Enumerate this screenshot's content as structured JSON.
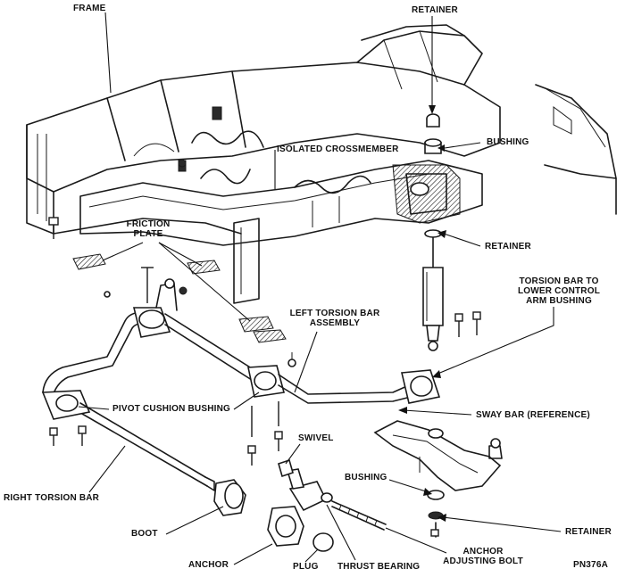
{
  "labels": {
    "frame": "FRAME",
    "retainer_top": "RETAINER",
    "bushing_top": "BUSHING",
    "isolated_crossmember": "ISOLATED CROSSMEMBER",
    "friction_plate_line1": "FRICTION",
    "friction_plate_line2": "PLATE",
    "retainer_mid": "RETAINER",
    "torsion_bar_bushing_line1": "TORSION BAR TO",
    "torsion_bar_bushing_line2": "LOWER CONTROL",
    "torsion_bar_bushing_line3": "ARM BUSHING",
    "left_torsion_bar_line1": "LEFT TORSION BAR",
    "left_torsion_bar_line2": "ASSEMBLY",
    "pivot_cushion_bushing": "PIVOT CUSHION BUSHING",
    "sway_bar": "SWAY BAR (REFERENCE)",
    "swivel": "SWIVEL",
    "bushing_bottom": "BUSHING",
    "right_torsion_bar": "RIGHT TORSION BAR",
    "boot": "BOOT",
    "retainer_bottom": "RETAINER",
    "anchor_adjusting_bolt_line1": "ANCHOR",
    "anchor_adjusting_bolt_line2": "ADJUSTING BOLT",
    "anchor": "ANCHOR",
    "plug": "PLUG",
    "thrust_bearing": "THRUST BEARING",
    "part_number": "PN376A"
  }
}
